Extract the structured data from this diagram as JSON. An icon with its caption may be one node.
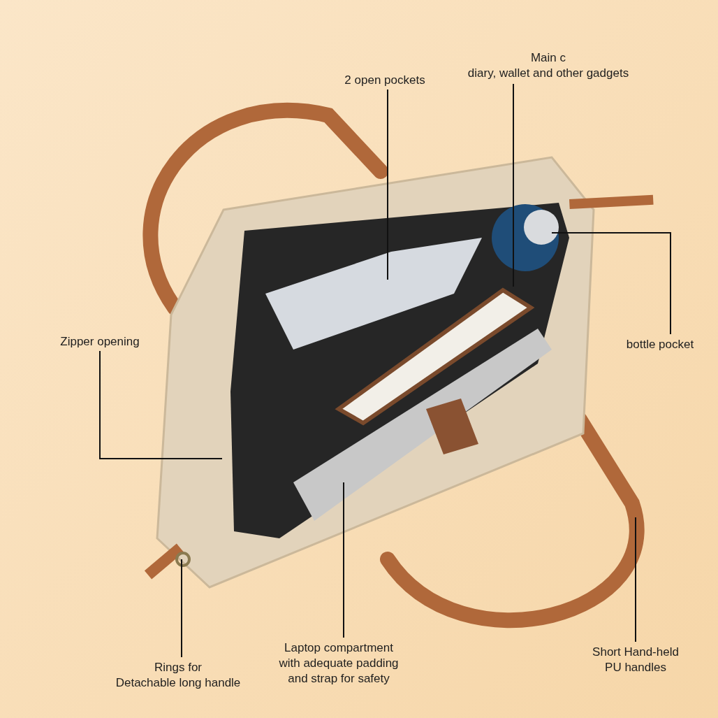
{
  "diagram": {
    "nodes": [
      {
        "text": [
          "2 open pockets"
        ]
      },
      {
        "text": [
          "Main c",
          "diary, wallet and other gadgets"
        ]
      },
      {
        "text": [
          "Zipper opening"
        ]
      },
      {
        "text": [
          "bottle pocket"
        ]
      },
      {
        "text": [
          "Rings for Detachable long handle"
        ]
      },
      {
        "text": [
          "Laptop compartment with adequate padding and strap for safety"
        ]
      },
      {
        "text": [
          "Short Hand-held PU handles"
        ]
      }
    ],
    "edges": [
      {
        "from": 0,
        "to": null,
        "arrow": "none"
      },
      {
        "from": 1,
        "to": null,
        "arrow": "none"
      },
      {
        "from": 2,
        "to": null,
        "arrow": "none"
      },
      {
        "from": 3,
        "to": null,
        "arrow": "none"
      },
      {
        "from": 4,
        "to": null,
        "arrow": "none"
      },
      {
        "from": 5,
        "to": null,
        "arrow": "none"
      },
      {
        "from": 6,
        "to": null,
        "arrow": "none"
      }
    ]
  }
}
